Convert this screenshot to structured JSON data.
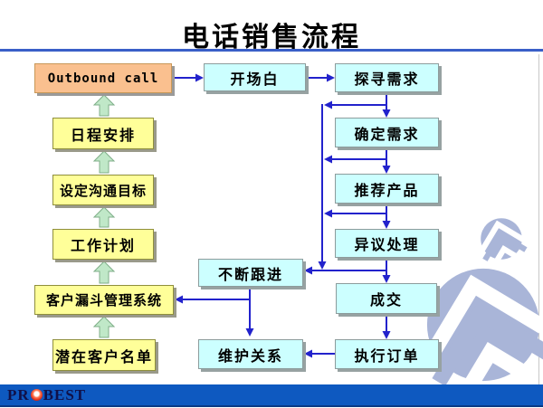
{
  "slide": {
    "title": "电话销售流程",
    "title_rule_color": "#3A5FC8",
    "background": "#FFFFFF"
  },
  "flowchart": {
    "left_column": [
      "Outbound call",
      "日程安排",
      "设定沟通目标",
      "工作计划",
      "客户漏斗管理系统",
      "潜在客户名单"
    ],
    "middle_column": [
      "开场白",
      "不断跟进",
      "维护关系"
    ],
    "right_column": [
      "探寻需求",
      "确定需求",
      "推荐产品",
      "异议处理",
      "成交",
      "执行订单"
    ],
    "colors": {
      "start_box": "#FAC08F",
      "plan_box": "#FFFF99",
      "process_box": "#CCFFFF",
      "connector_arrow": "#2222CC",
      "step_arrow": "#C0E8C8"
    }
  },
  "watermark": {
    "logo": "china-mobile-logo",
    "color": "#A9B5D8"
  },
  "footer": {
    "brand_prefix": "PR",
    "brand_suffix": "BEST",
    "bar_color": "#0E59C0"
  }
}
